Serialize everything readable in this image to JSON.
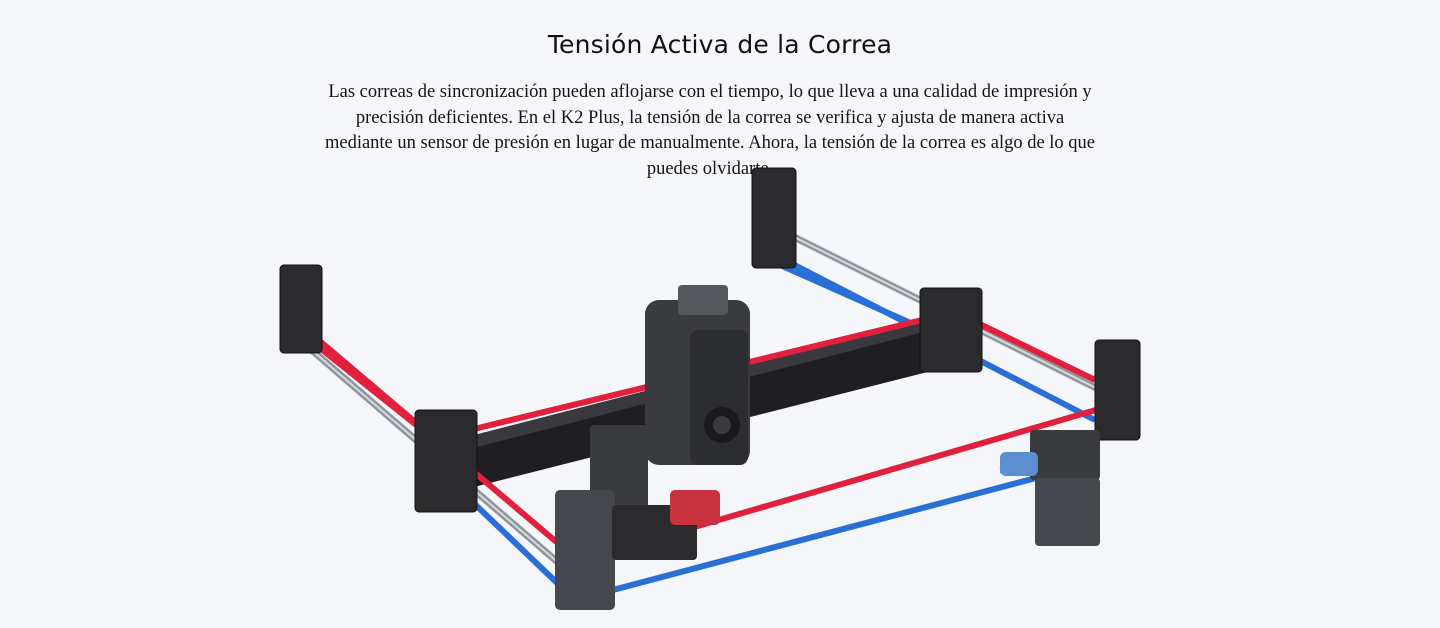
{
  "section": {
    "title": "Tensión Activa de la Correa",
    "description": "Las correas de sincronización pueden aflojarse con el tiempo, lo que lleva a una calidad de impresión y precisión deficientes. En el K2 Plus, la tensión de la correa se verifica y ajusta de manera activa mediante un sensor de presión en lugar de manualmente. Ahora, la tensión de la correa es algo de lo que puedes olvidarte."
  },
  "illustration": {
    "subject": "K2 Plus CoreXY motion system with active belt tension",
    "belt_colors": {
      "upper_belt": "#e0203c",
      "lower_belt": "#2a6fd6"
    },
    "frame_color": "#2b2b2e",
    "rod_color": "#9aa0a8",
    "background": "#f5f6fa"
  }
}
